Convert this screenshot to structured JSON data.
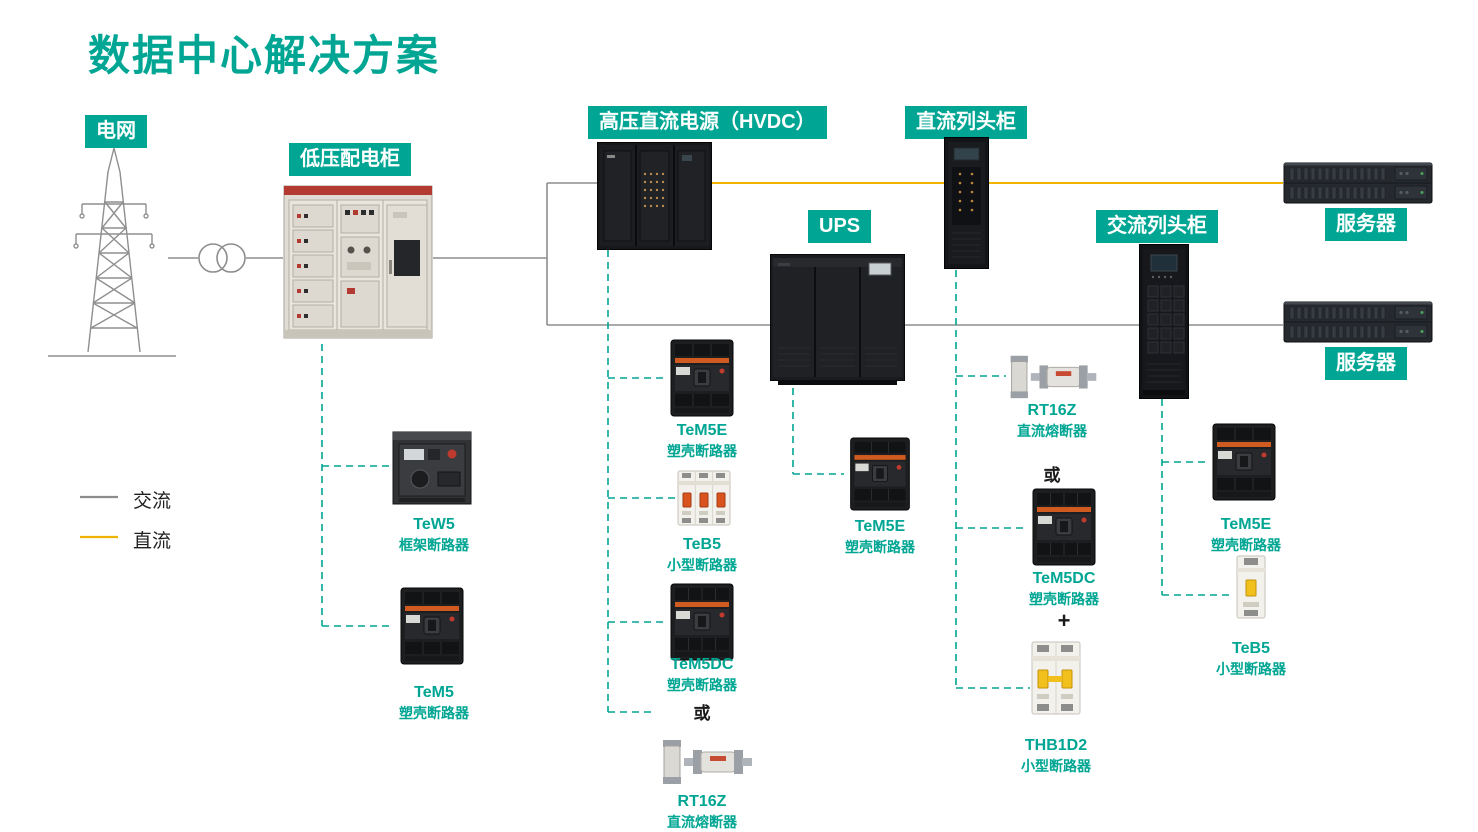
{
  "title": "数据中心解决方案",
  "colors": {
    "accent": "#00A693",
    "dc_line": "#F0B400",
    "ac_line": "#8D8D8D"
  },
  "legend": {
    "ac_label": "交流",
    "dc_label": "直流"
  },
  "nodes": {
    "grid": "电网",
    "lv_cabinet": "低压配电柜",
    "hvdc": "高压直流电源（HVDC）",
    "dc_row": "直流列头柜",
    "ups": "UPS",
    "ac_row": "交流列头柜",
    "server_top": "服务器",
    "server_bottom": "服务器"
  },
  "operators": {
    "or_hvdc": "或",
    "or_dc": "或",
    "plus_dc": "+"
  },
  "products": {
    "tew5": {
      "name": "TeW5",
      "type": "框架断路器"
    },
    "tem5": {
      "name": "TeM5",
      "type": "塑壳断路器"
    },
    "tem5e_hvdc": {
      "name": "TeM5E",
      "type": "塑壳断路器"
    },
    "teb5_hvdc": {
      "name": "TeB5",
      "type": "小型断路器"
    },
    "tem5dc_hvdc": {
      "name": "TeM5DC",
      "type": "塑壳断路器"
    },
    "rt16z_hvdc": {
      "name": "RT16Z",
      "type": "直流熔断器"
    },
    "tem5e_ups": {
      "name": "TeM5E",
      "type": "塑壳断路器"
    },
    "rt16z_dc": {
      "name": "RT16Z",
      "type": "直流熔断器"
    },
    "tem5dc_dc": {
      "name": "TeM5DC",
      "type": "塑壳断路器"
    },
    "thb1d2": {
      "name": "THB1D2",
      "type": "小型断路器"
    },
    "tem5e_ac": {
      "name": "TeM5E",
      "type": "塑壳断路器"
    },
    "teb5_ac": {
      "name": "TeB5",
      "type": "小型断路器"
    }
  }
}
